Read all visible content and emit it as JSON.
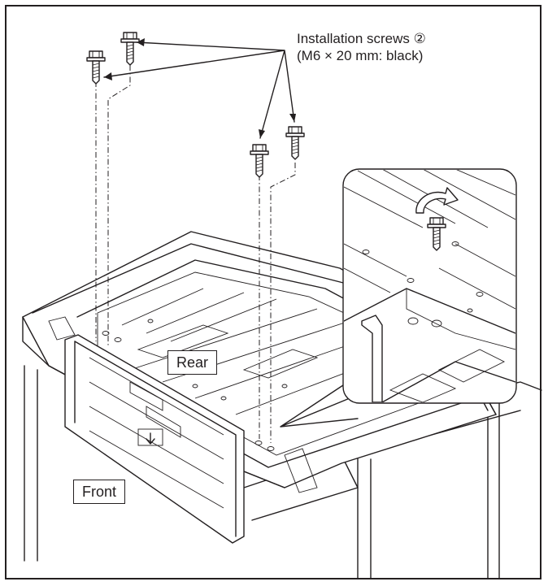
{
  "diagram": {
    "callout": {
      "line1": "Installation screws ②",
      "line2": "(M6 × 20 mm: black)"
    },
    "labels": {
      "rear": "Rear",
      "front": "Front"
    },
    "icons": {
      "screw": "screw-icon",
      "rotate_arrow": "rotate-arrow-icon",
      "down_arrow": "down-arrow-icon"
    },
    "colors": {
      "line": "#231f20",
      "background": "#ffffff"
    }
  }
}
